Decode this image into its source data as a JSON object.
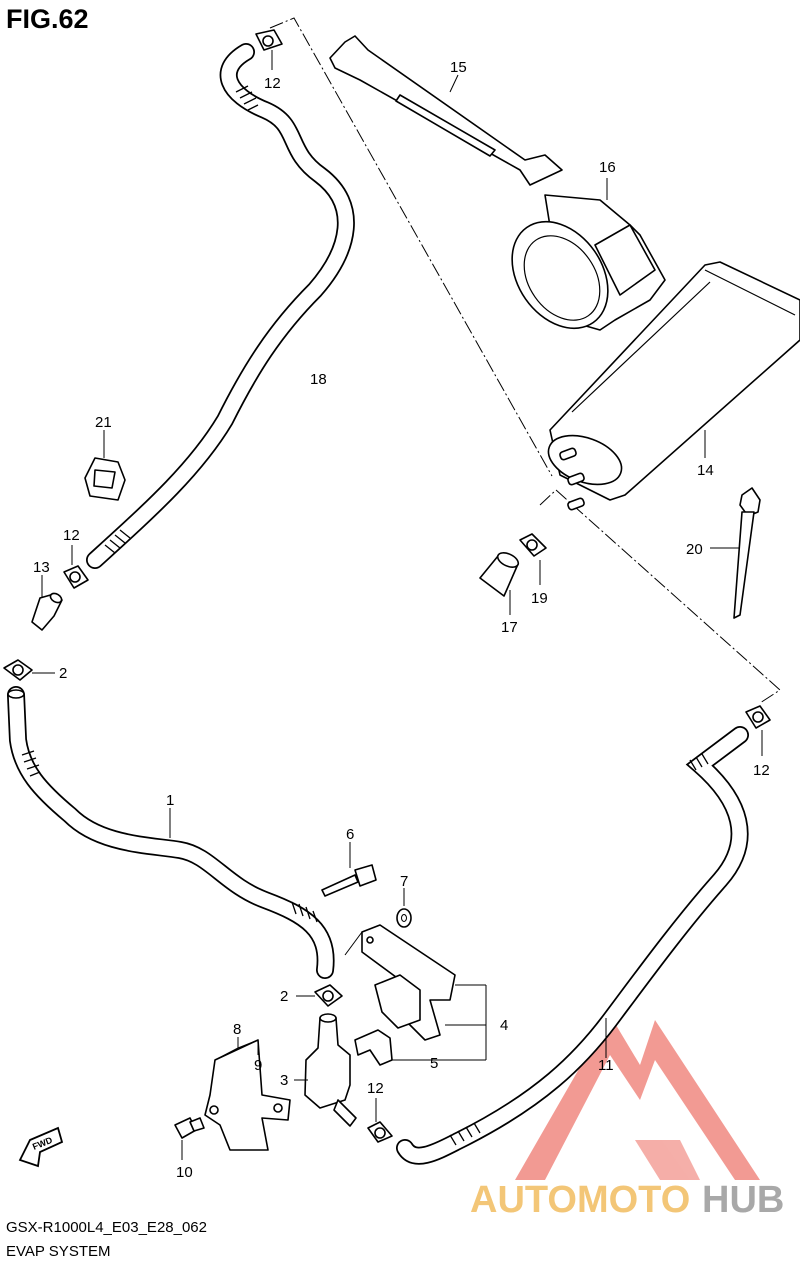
{
  "figure": {
    "title": "FIG.62"
  },
  "footer": {
    "model_code": "GSX-R1000L4_E03_E28_062",
    "section_name": "EVAP SYSTEM"
  },
  "watermark": {
    "brand_first": "AUTOMOTO",
    "brand_second": "HUB",
    "brand_first_color": "#f0b34a",
    "brand_second_color": "#8c8c8c",
    "logo_color": "#e8483b"
  },
  "direction_badge": {
    "text": "FWD"
  },
  "part_labels": [
    {
      "id": "lbl-12-top",
      "text": "12"
    },
    {
      "id": "lbl-15",
      "text": "15"
    },
    {
      "id": "lbl-16",
      "text": "16"
    },
    {
      "id": "lbl-18",
      "text": "18"
    },
    {
      "id": "lbl-21",
      "text": "21"
    },
    {
      "id": "lbl-14",
      "text": "14"
    },
    {
      "id": "lbl-12-left",
      "text": "12"
    },
    {
      "id": "lbl-13",
      "text": "13"
    },
    {
      "id": "lbl-20",
      "text": "20"
    },
    {
      "id": "lbl-19",
      "text": "19"
    },
    {
      "id": "lbl-17",
      "text": "17"
    },
    {
      "id": "lbl-2-top",
      "text": "2"
    },
    {
      "id": "lbl-12-right",
      "text": "12"
    },
    {
      "id": "lbl-1",
      "text": "1"
    },
    {
      "id": "lbl-6",
      "text": "6"
    },
    {
      "id": "lbl-7",
      "text": "7"
    },
    {
      "id": "lbl-2-bottom",
      "text": "2"
    },
    {
      "id": "lbl-4",
      "text": "4"
    },
    {
      "id": "lbl-8",
      "text": "8"
    },
    {
      "id": "lbl-9",
      "text": "9"
    },
    {
      "id": "lbl-5",
      "text": "5"
    },
    {
      "id": "lbl-3",
      "text": "3"
    },
    {
      "id": "lbl-11",
      "text": "11"
    },
    {
      "id": "lbl-12-bottom",
      "text": "12"
    },
    {
      "id": "lbl-10",
      "text": "10"
    }
  ]
}
